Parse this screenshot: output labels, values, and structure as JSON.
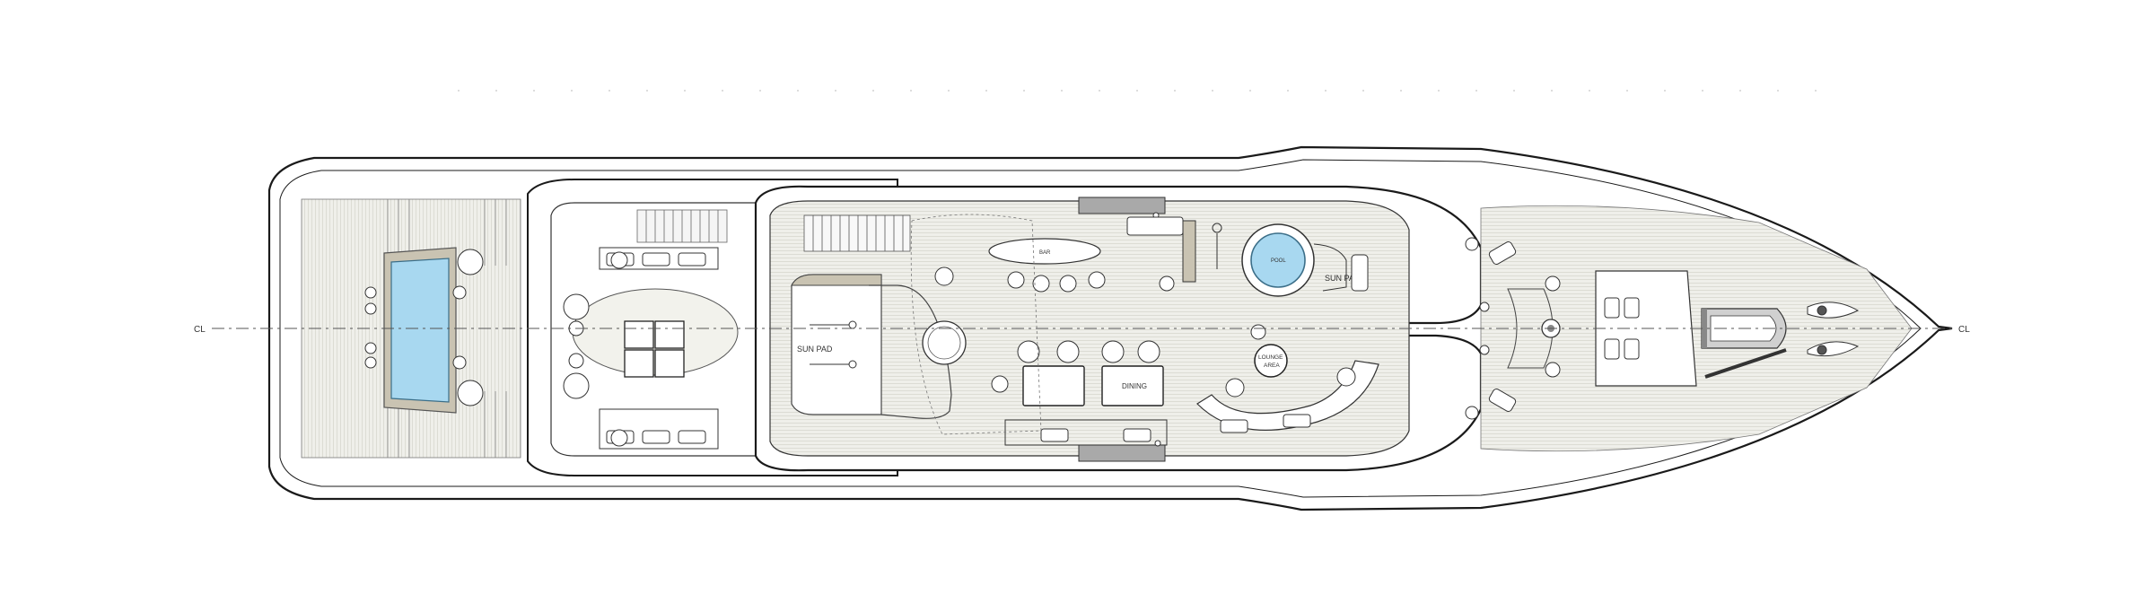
{
  "plan": {
    "centerline_label_left": "CL",
    "centerline_label_right": "CL",
    "labels": {
      "sun_pad_aft": "SUN PAD",
      "sun_pad_fwd": "SUN PAD",
      "dining": "DINING",
      "lounge_line1": "LOUNGE",
      "lounge_line2": "AREA",
      "pool": "POOL",
      "bar": "BAR"
    },
    "colors": {
      "hull_line": "#1a1a1a",
      "deck_teak": "#e6e6e0",
      "water": "#a8d8f0",
      "grey_block": "#a9a9a9",
      "tender_gray": "#d0d0d0"
    }
  }
}
